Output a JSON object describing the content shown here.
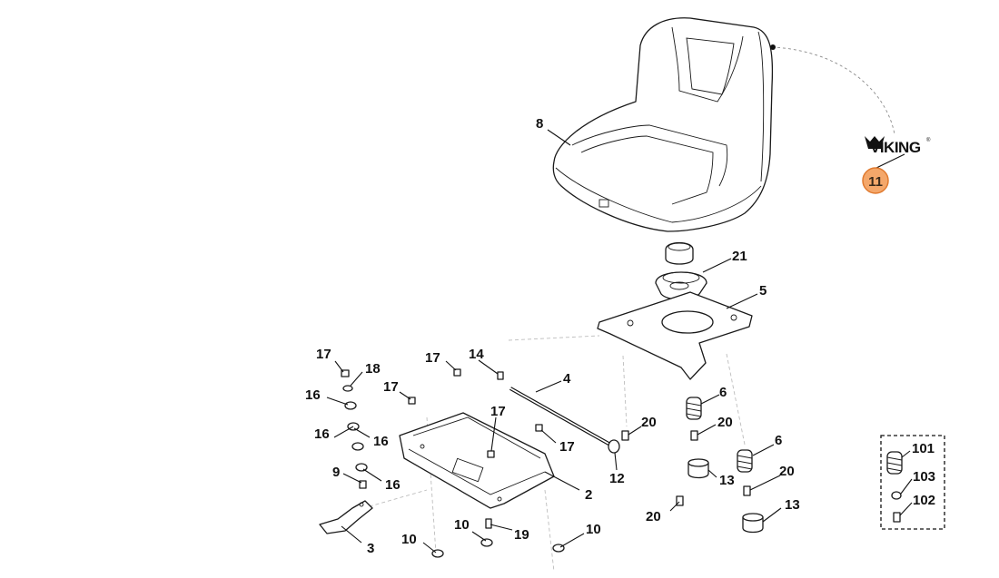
{
  "brand": {
    "name": "VIKING",
    "registered_mark": "®",
    "accent_color": "#f4a76a",
    "badge_stroke": "#e07a2f"
  },
  "callouts": {
    "c8": "8",
    "c11": "11",
    "c21": "21",
    "c5": "5",
    "c17a": "17",
    "c18": "18",
    "c16a": "16",
    "c17b": "17",
    "c17c": "17",
    "c14": "14",
    "c4": "4",
    "c17d": "17",
    "c16b": "16",
    "c16c": "16",
    "c17e": "17",
    "c9": "9",
    "c16d": "16",
    "c2": "2",
    "c3": "3",
    "c10a": "10",
    "c10b": "10",
    "c19": "19",
    "c10c": "10",
    "c12": "12",
    "c20a": "20",
    "c6a": "6",
    "c20b": "20",
    "c13a": "13",
    "c20c": "20",
    "c6b": "6",
    "c20d": "20",
    "c13b": "13",
    "c101": "101",
    "c103": "103",
    "c102": "102"
  }
}
